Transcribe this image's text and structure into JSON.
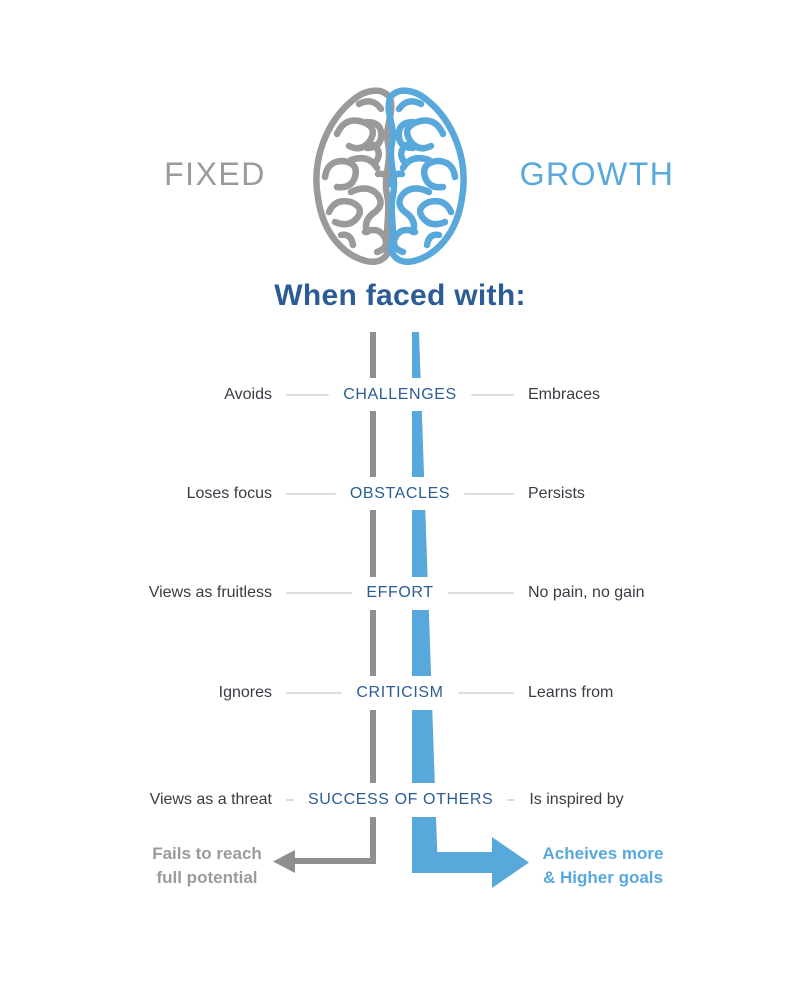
{
  "palette": {
    "fixed_gray": "#9a9a9a",
    "gray_line": "#8f8f8f",
    "growth_blue": "#58a8dc",
    "heading_navy": "#2b5c95",
    "row_label_dark": "#3b3b44",
    "connector_light_gray": "#dcdcdc"
  },
  "header": {
    "fixed_label": "FIXED",
    "growth_label": "GROWTH",
    "icon": "brain-left-gray-right-blue-icon"
  },
  "title": "When faced with:",
  "rows": [
    {
      "fixed": "Avoids",
      "category": "CHALLENGES",
      "growth": "Embraces"
    },
    {
      "fixed": "Loses focus",
      "category": "OBSTACLES",
      "growth": "Persists"
    },
    {
      "fixed": "Views as fruitless",
      "category": "EFFORT",
      "growth": "No pain, no gain"
    },
    {
      "fixed": "Ignores",
      "category": "CRITICISM",
      "growth": "Learns from"
    },
    {
      "fixed": "Views as a threat",
      "category": "SUCCESS OF OTHERS",
      "growth": "Is inspired by"
    }
  ],
  "outcomes": {
    "fixed": {
      "line1": "Fails to reach",
      "line2": "full potential"
    },
    "growth": {
      "line1": "Acheives more",
      "line2": "& Higher goals"
    }
  }
}
